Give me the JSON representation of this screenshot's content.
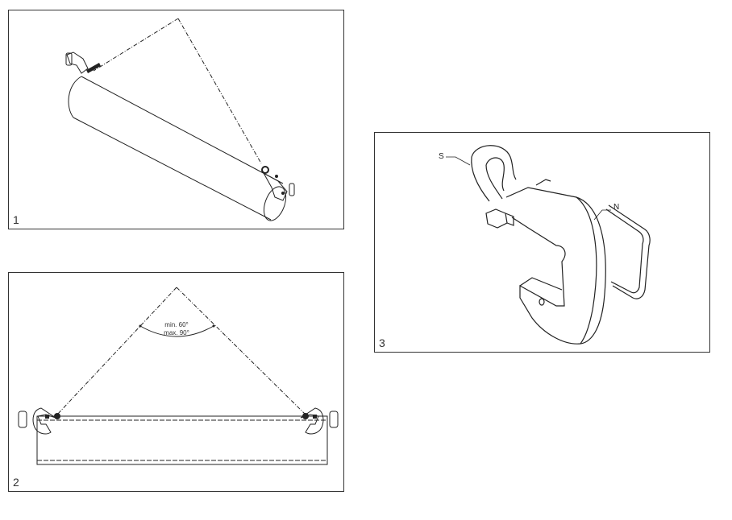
{
  "figures": [
    {
      "number": "1",
      "description": "Pipe lifted by two clamps at opposite ends with sling legs to a single lift point (perspective view)"
    },
    {
      "number": "2",
      "description": "Side view: two clamps on beam/pipe ends with sling legs meeting at apex",
      "angle_label": {
        "min": "min. 60°",
        "max": "max. 90°"
      }
    },
    {
      "number": "3",
      "description": "Clamp detail with shackle and handle",
      "callouts": {
        "shackle": "S",
        "body": "N"
      }
    }
  ],
  "colors": {
    "line": "#222222",
    "border": "#333333",
    "background": "#ffffff"
  }
}
